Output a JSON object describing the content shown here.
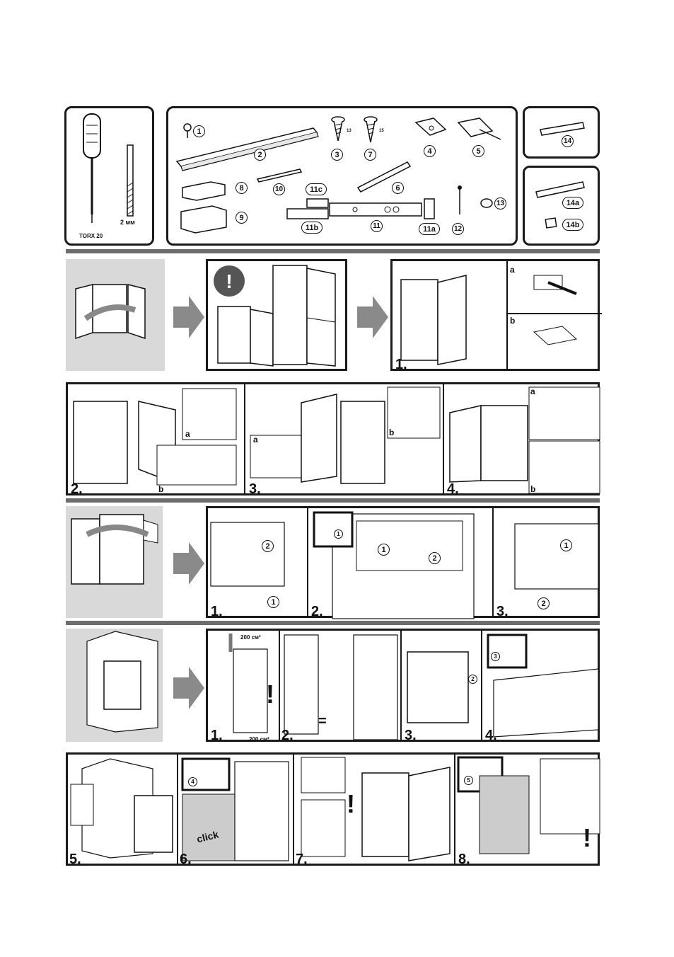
{
  "tools": {
    "screwdriver_label": "TORX 20",
    "drill_label": "2 мм"
  },
  "parts": {
    "p1": "1",
    "p2": "2",
    "p3": "3",
    "p4": "4",
    "p5": "5",
    "p6": "6",
    "p7": "7",
    "p8": "8",
    "p9": "9",
    "p10": "10",
    "p11": "11",
    "p11a": "11a",
    "p11b": "11b",
    "p11c": "11c",
    "p12": "12",
    "p13": "13",
    "p14": "14",
    "p14a": "14a",
    "p14b": "14b",
    "dim13": "13",
    "dim15": "15"
  },
  "row2": {
    "step1": "1.",
    "a": "a",
    "b": "b"
  },
  "row3": {
    "step2": "2.",
    "step3": "3.",
    "step4": "4.",
    "s2a": "a",
    "s2b": "b",
    "s3a": "a",
    "s3b": "b",
    "s4a": "a",
    "s4b": "b"
  },
  "row4": {
    "step1": "1.",
    "step2": "2.",
    "step3": "3.",
    "c1": "1",
    "c2": "2",
    "c2_1": "1",
    "c2_2": "2",
    "c2_1b": "1",
    "c3_1": "1",
    "c3_2": "2"
  },
  "row5": {
    "step1": "1.",
    "step2": "2.",
    "step3": "3.",
    "step4": "4.",
    "vent_top": "200 см²",
    "vent_bottom": "200 см²",
    "equals": "=",
    "part2": "2",
    "part3": "3",
    "warning": "!"
  },
  "row6": {
    "step5": "5.",
    "step6": "6.",
    "step7": "7.",
    "step8": "8.",
    "click": "click",
    "part4": "4",
    "part5": "5",
    "warning": "!"
  }
}
